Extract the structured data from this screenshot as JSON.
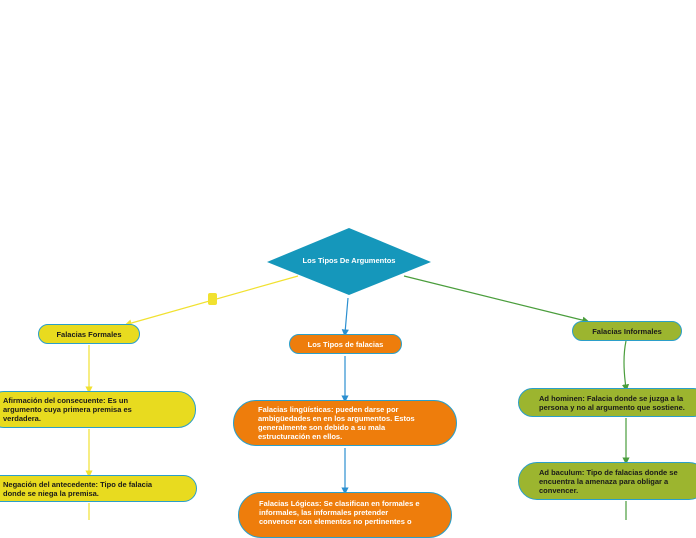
{
  "colors": {
    "root": "#1597bb",
    "yellow": "#e8db1f",
    "orange": "#ee7d0c",
    "olive": "#9cb52f",
    "node_border": "#2b9fc9",
    "connector_yellow": "#f1e130",
    "connector_blue": "#2b8fd0",
    "connector_green": "#4a9d3c"
  },
  "root": {
    "label": "Los Tipos De Argumentos"
  },
  "branches": {
    "formales": {
      "label": "Falacias Formales",
      "items": [
        "Afirmación del consecuente: Es un\nargumento cuya primera premisa es\nverdadera.",
        "Negación del antecedente: Tipo de falacia\ndonde se niega la premisa."
      ]
    },
    "tipos": {
      "label": "Los Tipos de falacias",
      "items": [
        "Falacias lingüísticas: pueden darse por\nambigüedades en en los argumentos. Estos\ngeneralmente son debido a su mala\nestructuración en ellos.",
        "Falacias Lógicas: Se clasifican en formales e\ninformales, las informales pretender\nconvencer con elementos no pertinentes o"
      ]
    },
    "informales": {
      "label": "Falacias Informales",
      "items": [
        "Ad hominen: Falacia donde se juzga a la\npersona y no al argumento que sostiene.",
        "Ad baculum: Tipo de falacias donde se\nencuentra la amenaza para obligar a\nconvencer."
      ]
    }
  }
}
